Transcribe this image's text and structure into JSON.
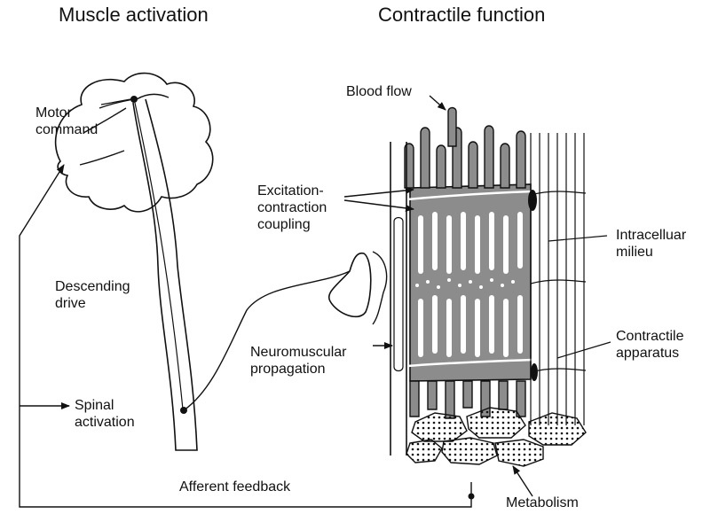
{
  "headings": {
    "left": "Muscle activation",
    "right": "Contractile function"
  },
  "labels": {
    "motor_command": "Motor\ncommand",
    "descending_drive": "Descending\ndrive",
    "spinal_activation": "Spinal\nactivation",
    "afferent_feedback": "Afferent feedback",
    "blood_flow": "Blood flow",
    "excitation_contraction_coupling": "Excitation-\ncontraction\ncoupling",
    "neuromuscular_propagation": "Neuromuscular\npropagation",
    "intracellular_milieu": "Intracelluar\nmilieu",
    "contractile_apparatus": "Contractile\napparatus",
    "metabolism": "Metabolism"
  },
  "colors": {
    "line": "#111111",
    "fiber_fill": "#8c8c8c",
    "background": "#ffffff"
  }
}
